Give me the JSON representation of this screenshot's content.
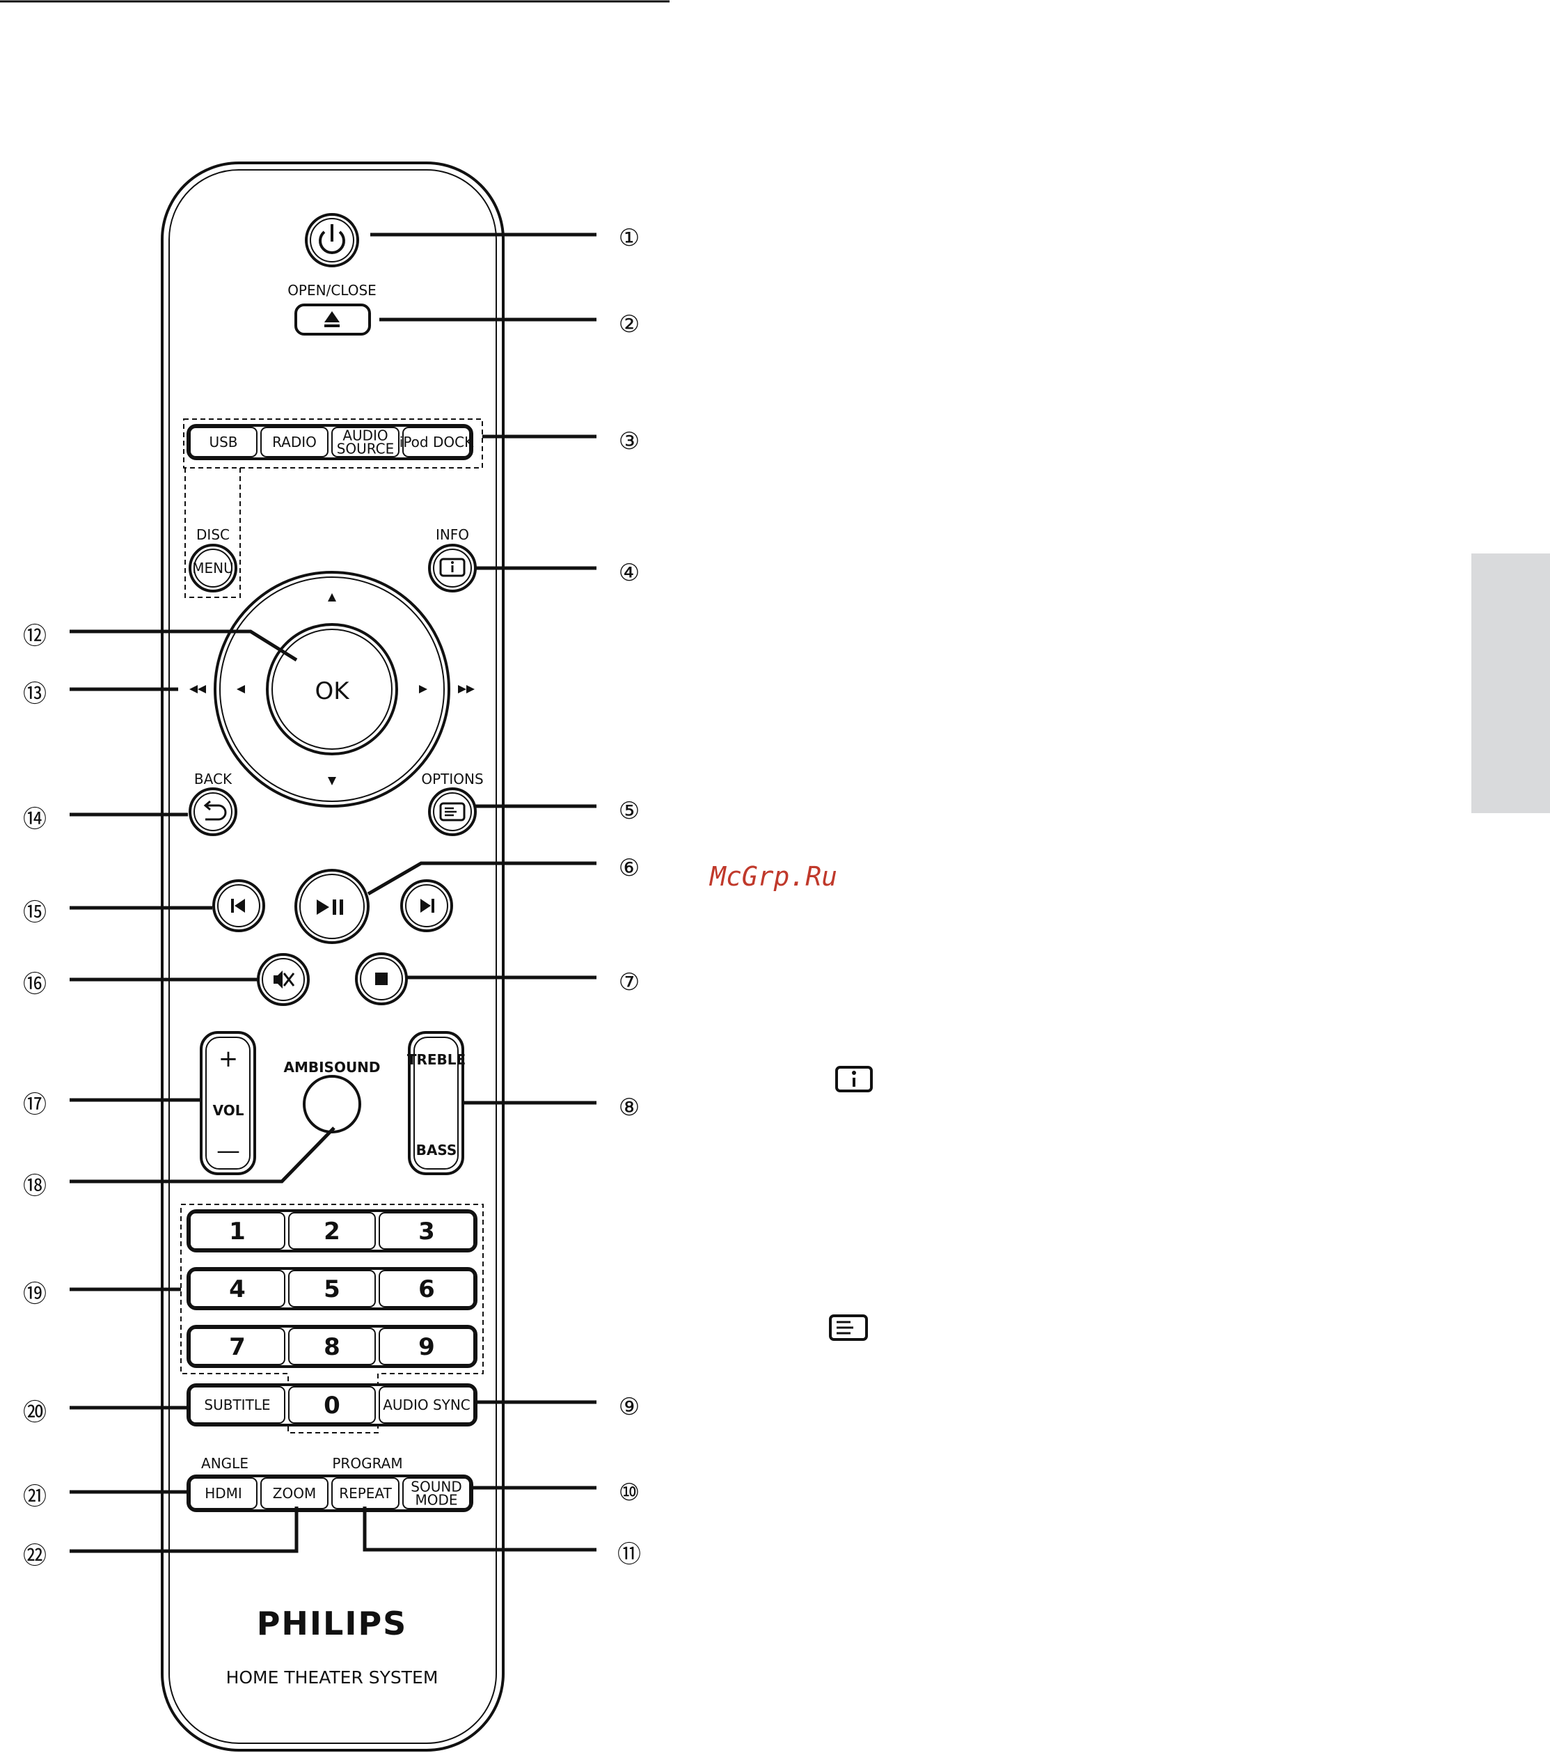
{
  "watermark": "McGrp.Ru",
  "remote": {
    "brand": "PHILIPS",
    "subtitle": "HOME THEATER SYSTEM",
    "labels": {
      "open_close": "OPEN/CLOSE",
      "disc": "DISC",
      "menu": "MENU",
      "info": "INFO",
      "ok": "OK",
      "back": "BACK",
      "options": "OPTIONS",
      "vol": "VOL",
      "ambisound": "AMBISOUND",
      "treble": "TREBLE",
      "bass": "BASS",
      "angle": "ANGLE",
      "program": "PROGRAM",
      "plus": "+",
      "minus": "—"
    },
    "source_buttons": [
      {
        "lines": [
          "USB"
        ]
      },
      {
        "lines": [
          "RADIO"
        ]
      },
      {
        "lines": [
          "AUDIO",
          "SOURCE"
        ]
      },
      {
        "lines": [
          "iPod DOCK"
        ]
      }
    ],
    "numpad": [
      "1",
      "2",
      "3",
      "4",
      "5",
      "6",
      "7",
      "8",
      "9"
    ],
    "row_zero": {
      "left": "SUBTITLE",
      "center": "0",
      "right": "AUDIO SYNC"
    },
    "bottom_buttons": [
      {
        "lines": [
          "HDMI"
        ]
      },
      {
        "lines": [
          "ZOOM"
        ]
      },
      {
        "lines": [
          "REPEAT"
        ]
      },
      {
        "lines": [
          "SOUND",
          "MODE"
        ]
      }
    ]
  },
  "callouts": {
    "c1": "①",
    "c2": "②",
    "c3": "③",
    "c4": "④",
    "c5": "⑤",
    "c6": "⑥",
    "c7": "⑦",
    "c8": "⑧",
    "c9": "⑨",
    "c10": "⑩",
    "c11": "⑪",
    "c12": "⑫",
    "c13": "⑬",
    "c14": "⑭",
    "c15": "⑮",
    "c16": "⑯",
    "c17": "⑰",
    "c18": "⑱",
    "c19": "⑲",
    "c20": "⑳",
    "c21": "㉑",
    "c22": "㉒"
  },
  "colors": {
    "side_tab": "#d9dadc",
    "watermark": "#c0392b"
  }
}
